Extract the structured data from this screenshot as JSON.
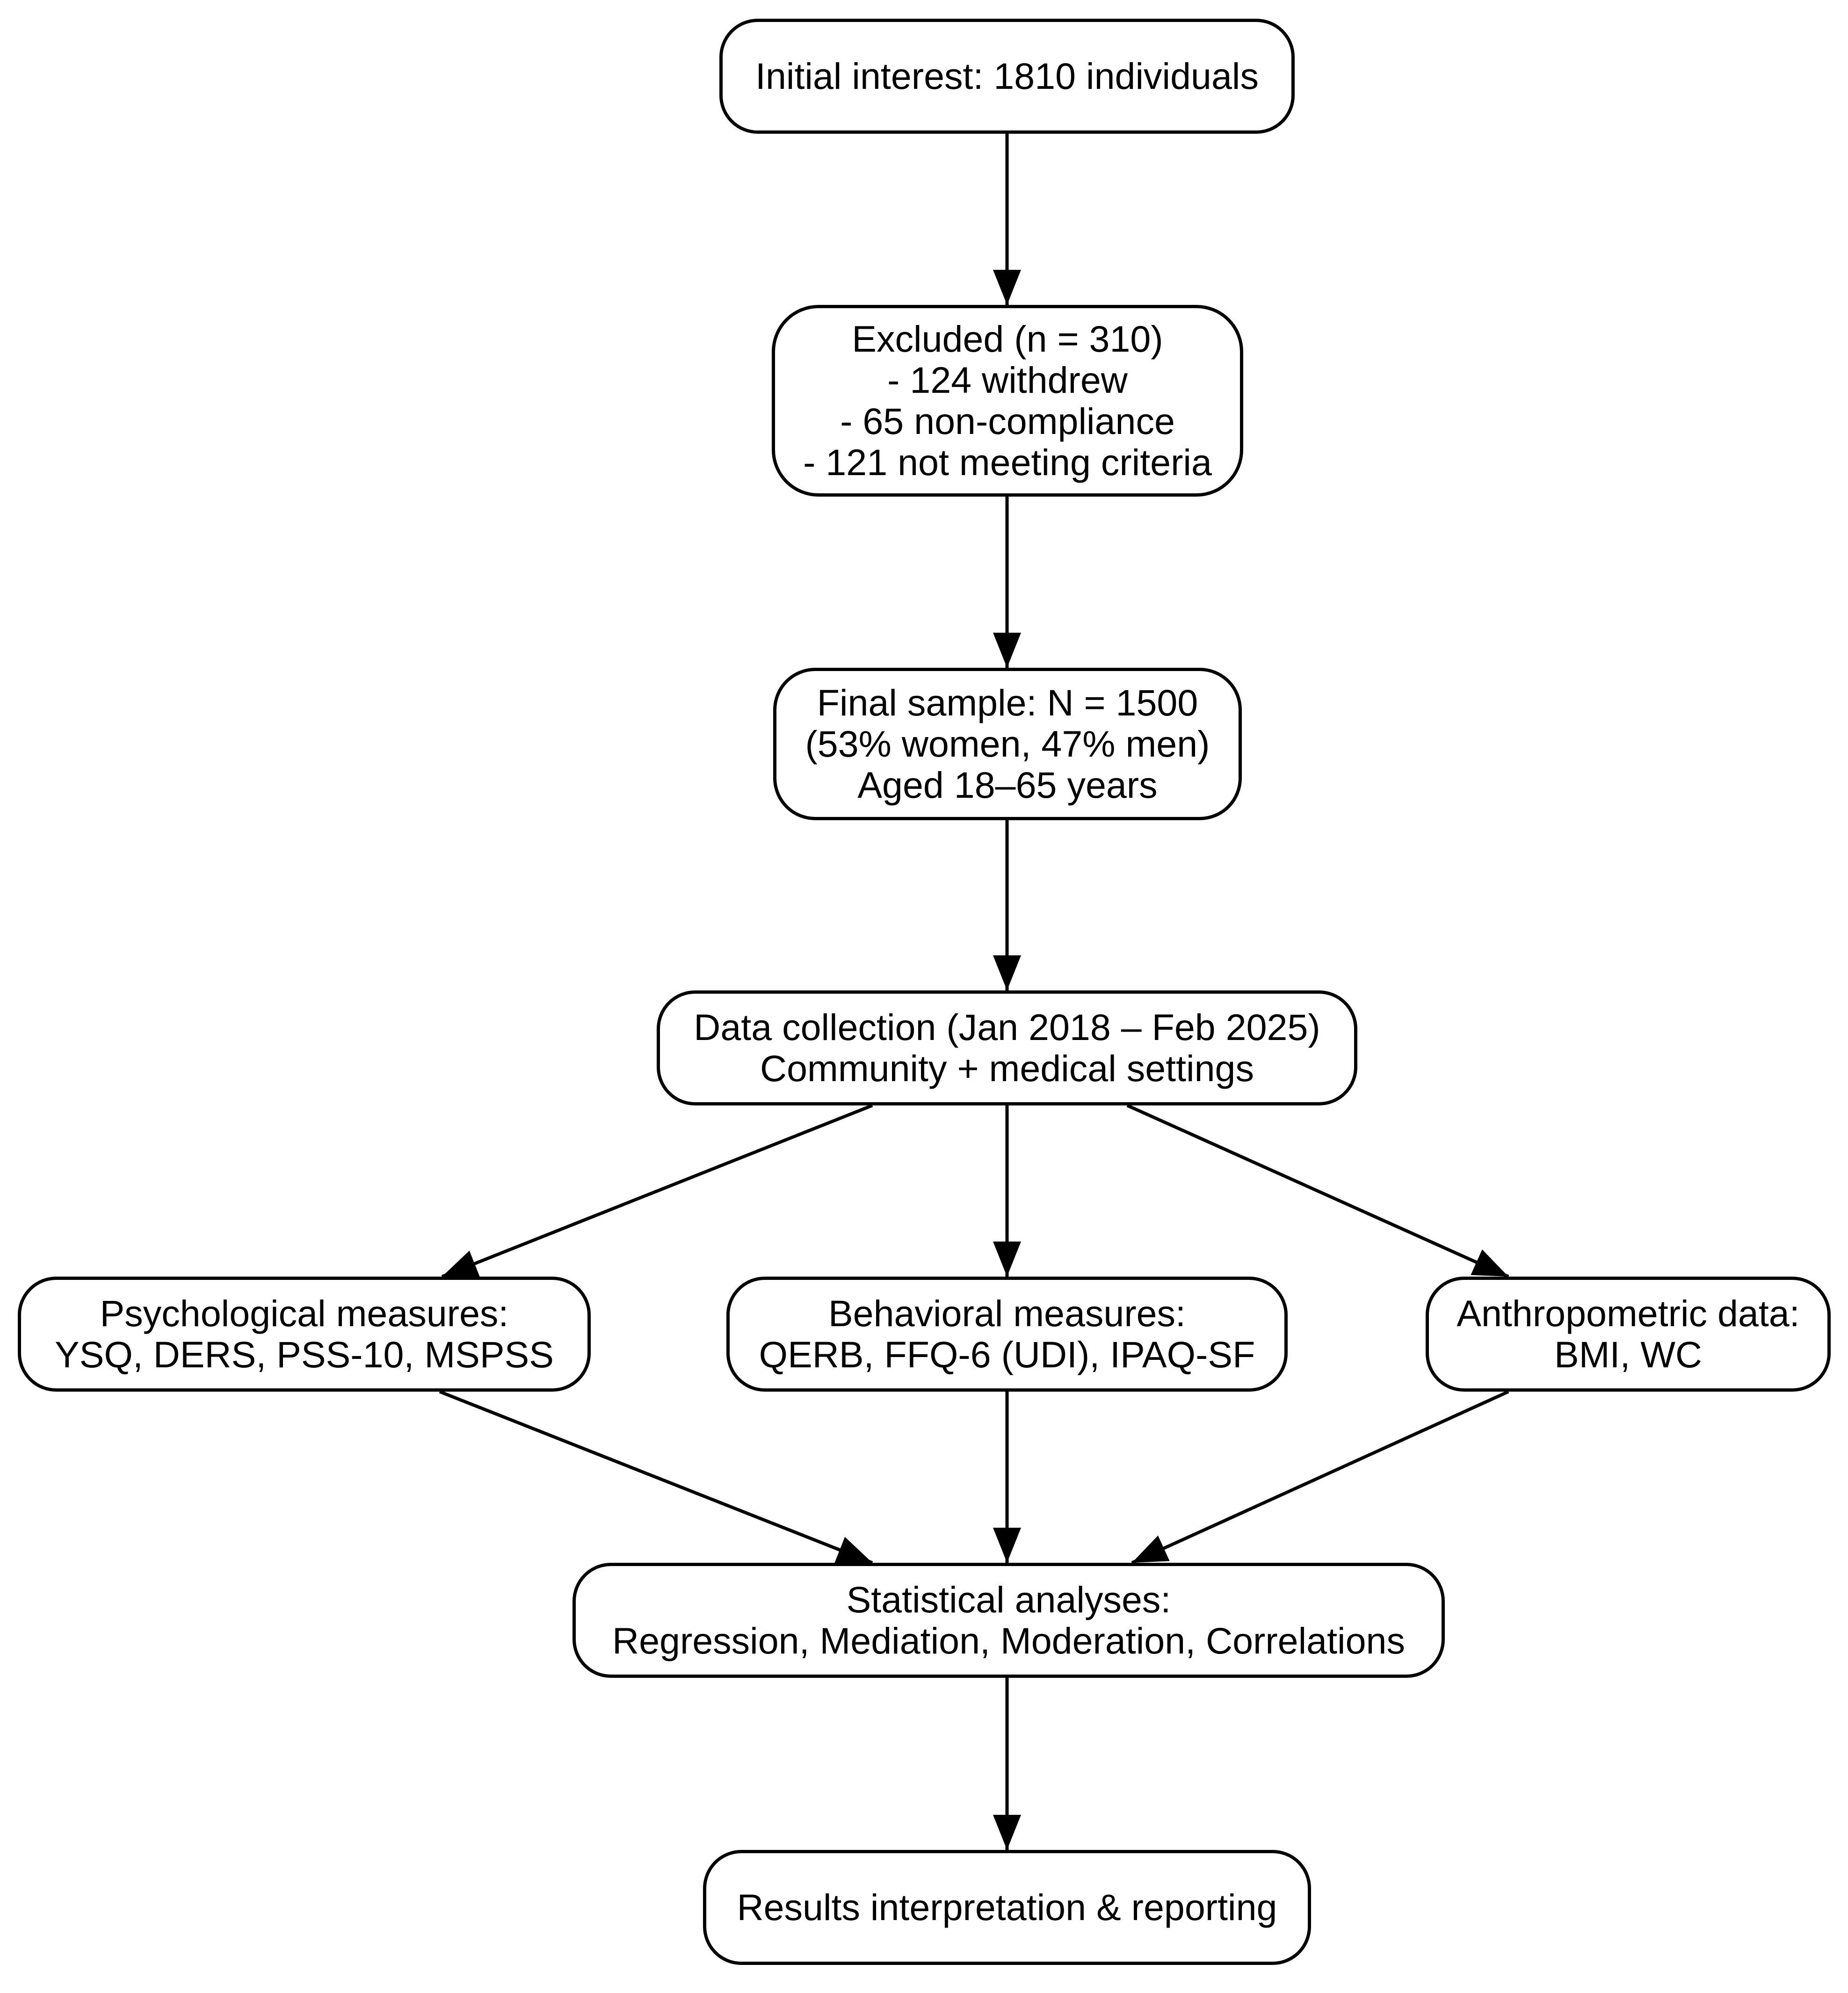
{
  "flowchart": {
    "nodes": {
      "initial": {
        "lines": [
          "Initial interest: 1810 individuals"
        ]
      },
      "excluded": {
        "lines": [
          "Excluded (n = 310)",
          "- 124 withdrew",
          "- 65 non-compliance",
          "- 121 not meeting criteria"
        ]
      },
      "final": {
        "lines": [
          "Final sample: N = 1500",
          "(53% women, 47% men)",
          "Aged 18–65 years"
        ]
      },
      "collection": {
        "lines": [
          "Data collection (Jan 2018 – Feb 2025)",
          "Community + medical settings"
        ]
      },
      "psychological": {
        "lines": [
          "Psychological measures:",
          "YSQ, DERS, PSS-10, MSPSS"
        ]
      },
      "behavioral": {
        "lines": [
          "Behavioral measures:",
          "QERB, FFQ-6 (UDI), IPAQ-SF"
        ]
      },
      "anthropometric": {
        "lines": [
          "Anthropometric data:",
          "BMI, WC"
        ]
      },
      "statistics": {
        "lines": [
          "Statistical analyses:",
          "Regression, Mediation, Moderation, Correlations"
        ]
      },
      "results": {
        "lines": [
          "Results interpretation & reporting"
        ]
      }
    },
    "edges": [
      {
        "from": "initial",
        "to": "excluded"
      },
      {
        "from": "excluded",
        "to": "final"
      },
      {
        "from": "final",
        "to": "collection"
      },
      {
        "from": "collection",
        "to": "psychological"
      },
      {
        "from": "collection",
        "to": "behavioral"
      },
      {
        "from": "collection",
        "to": "anthropometric"
      },
      {
        "from": "psychological",
        "to": "statistics"
      },
      {
        "from": "behavioral",
        "to": "statistics"
      },
      {
        "from": "anthropometric",
        "to": "statistics"
      },
      {
        "from": "statistics",
        "to": "results"
      }
    ],
    "colors": {
      "stroke": "#000000",
      "fill": "#ffffff",
      "text": "#000000"
    }
  }
}
